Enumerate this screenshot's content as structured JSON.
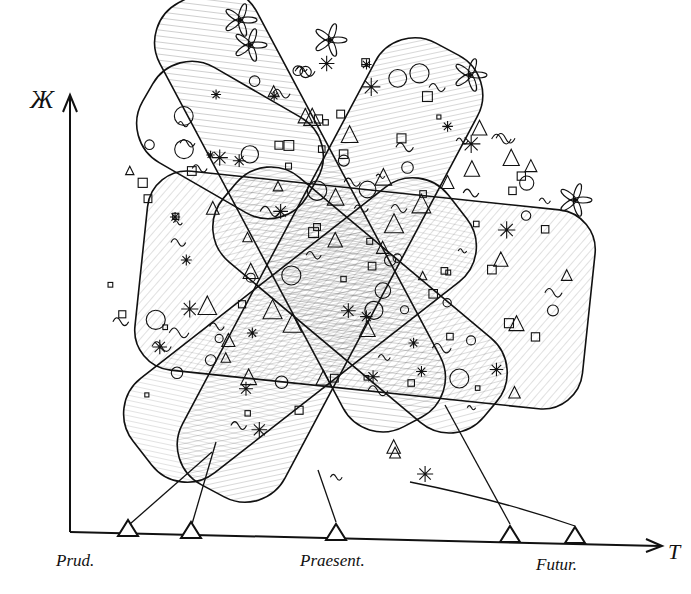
{
  "diagram": {
    "labels": [
      "Ж",
      "T",
      "Prud.",
      "Praesent.",
      "Futur."
    ]
  }
}
